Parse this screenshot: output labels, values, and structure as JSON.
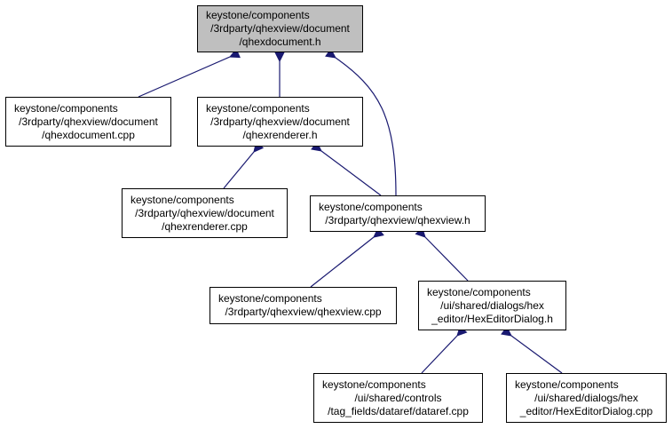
{
  "nodes": [
    {
      "id": "qhexdocument_h",
      "lines": [
        "keystone/components",
        "/3rdparty/qhexview/document",
        "/qhexdocument.h"
      ],
      "root": true
    },
    {
      "id": "qhexdocument_cpp",
      "lines": [
        "keystone/components",
        "/3rdparty/qhexview/document",
        "/qhexdocument.cpp"
      ]
    },
    {
      "id": "qhexrenderer_h",
      "lines": [
        "keystone/components",
        "/3rdparty/qhexview/document",
        "/qhexrenderer.h"
      ]
    },
    {
      "id": "qhexrenderer_cpp",
      "lines": [
        "keystone/components",
        "/3rdparty/qhexview/document",
        "/qhexrenderer.cpp"
      ]
    },
    {
      "id": "qhexview_h",
      "lines": [
        "keystone/components",
        "/3rdparty/qhexview/qhexview.h"
      ]
    },
    {
      "id": "qhexview_cpp",
      "lines": [
        "keystone/components",
        "/3rdparty/qhexview/qhexview.cpp"
      ]
    },
    {
      "id": "hexeditordialog_h",
      "lines": [
        "keystone/components",
        "/ui/shared/dialogs/hex",
        "_editor/HexEditorDialog.h"
      ]
    },
    {
      "id": "dataref_cpp",
      "lines": [
        "keystone/components",
        "/ui/shared/controls",
        "/tag_fields/dataref/dataref.cpp"
      ]
    },
    {
      "id": "hexeditordialog_cpp",
      "lines": [
        "keystone/components",
        "/ui/shared/dialogs/hex",
        "_editor/HexEditorDialog.cpp"
      ]
    }
  ],
  "edges": [
    {
      "from": "qhexdocument_cpp",
      "to": "qhexdocument_h"
    },
    {
      "from": "qhexrenderer_h",
      "to": "qhexdocument_h"
    },
    {
      "from": "qhexview_h",
      "to": "qhexdocument_h"
    },
    {
      "from": "qhexrenderer_cpp",
      "to": "qhexrenderer_h"
    },
    {
      "from": "qhexview_h",
      "to": "qhexrenderer_h"
    },
    {
      "from": "qhexview_cpp",
      "to": "qhexview_h"
    },
    {
      "from": "hexeditordialog_h",
      "to": "qhexview_h"
    },
    {
      "from": "dataref_cpp",
      "to": "hexeditordialog_h"
    },
    {
      "from": "hexeditordialog_cpp",
      "to": "hexeditordialog_h"
    }
  ],
  "colors": {
    "edge": "#191970",
    "root_fill": "#bfbfbf",
    "node_fill": "#ffffff",
    "border": "#000000"
  }
}
